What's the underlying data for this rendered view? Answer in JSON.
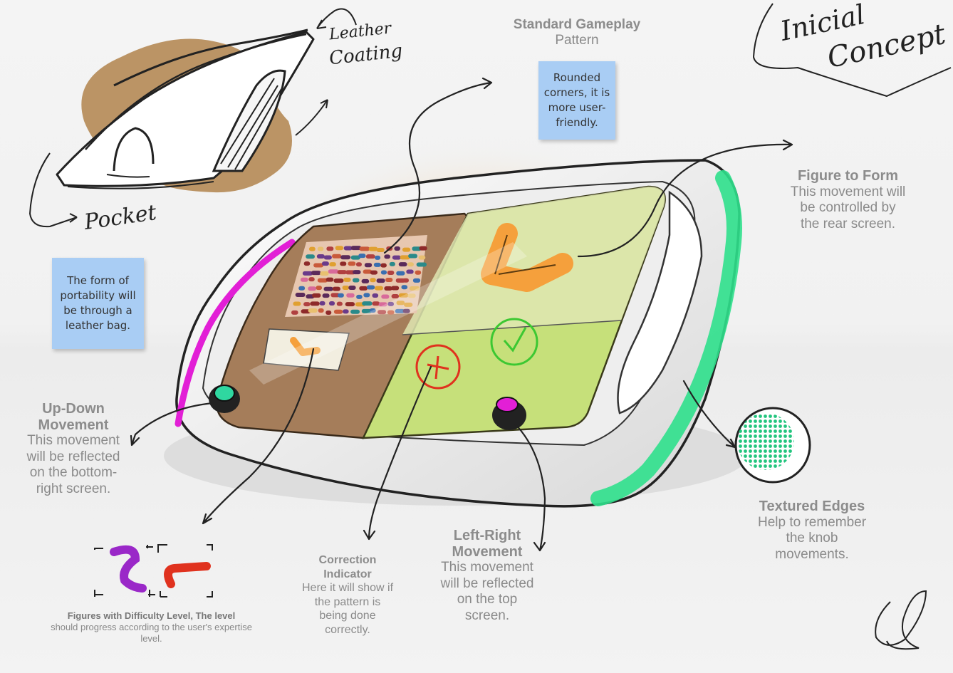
{
  "handwritten": {
    "concept_title_line1": "Inicial",
    "concept_title_line2": "Concept 1",
    "leather_coating_line1": "Leather",
    "leather_coating_line2": "Coating",
    "pocket": "Pocket"
  },
  "standard_gameplay": {
    "title": "Standard Gameplay",
    "subtitle": "Pattern"
  },
  "sticky_notes": {
    "rounded_corners": "Rounded corners, it is more user-friendly.",
    "portability": "The form of portability will be through a leather bag."
  },
  "figure_to_form": {
    "title": "Figure to Form",
    "body": "This movement will be controlled by the rear screen."
  },
  "up_down": {
    "title": "Up-Down Movement",
    "body": "This movement will be reflected on the bottom-right screen."
  },
  "textured_edges": {
    "title": "Textured Edges",
    "body": "Help to remember the knob movements."
  },
  "left_right": {
    "title": "Left-Right Movement",
    "body": "This movement will be reflected on the top screen."
  },
  "correction": {
    "title": "Correction Indicator",
    "body": "Here it will show if the pattern is being done correctly."
  },
  "figures_difficulty": {
    "title": "Figures with Difficulty Level, The level",
    "body": "should progress according to the user's expertise level."
  },
  "colors": {
    "magenta": "#e21fd6",
    "green_edge": "#2fe08c",
    "brown_screen": "#a57d5a",
    "green_screen": "#c6e07a",
    "orange_figure": "#f5a03c",
    "sticky": "#a9cdf4",
    "bag": "#b58a55",
    "red_mark": "#e0321e",
    "green_check": "#3cc832",
    "purple": "#9a28c8"
  }
}
